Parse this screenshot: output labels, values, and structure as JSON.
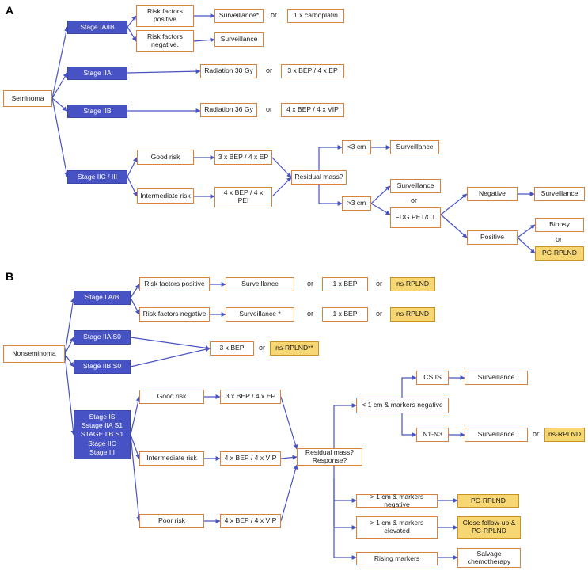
{
  "panels": [
    "A",
    "B"
  ],
  "or_word": "or",
  "colors": {
    "stage_fill": "#4753c4",
    "box_border": "#d9823b",
    "highlight_fill": "#f7d774",
    "arrow": "#4753c4"
  },
  "panel_a": {
    "root": "Seminoma",
    "stage_ia_ib": "Stage IA/IB",
    "stage_iia": "Stage IIA",
    "stage_iib": "Stage IIB",
    "stage_iic_iii": "Stage IIC / III",
    "rf_positive": "Risk factors positive",
    "rf_negative": "Risk factors negative.",
    "surveillance_star": "Surveillance*",
    "carboplatin": "1 x carboplatin",
    "surveillance": "Surveillance",
    "radiation_30": "Radiation 30 Gy",
    "bep_ep": "3 x BEP / 4 x EP",
    "radiation_36": "Radiation 36 Gy",
    "bep_vip": "4 x BEP / 4 x VIP",
    "good_risk": "Good risk",
    "intermediate_risk": "Intermediate risk",
    "good_regimen": "3 x BEP / 4 x EP",
    "intermediate_regimen": "4 x BEP / 4 x PEI",
    "residual_mass": "Residual mass?",
    "lt3cm": "<3 cm",
    "gt3cm": ">3 cm",
    "fdg": "FDG PET/CT",
    "negative": "Negative",
    "positive": "Positive",
    "biopsy": "Biopsy",
    "pc_rplnd": "PC-RPLND"
  },
  "panel_b": {
    "root": "Nonseminoma",
    "stage_i_ab": "Stage I A/B",
    "stage_iia_s0": "Stage IIA S0",
    "stage_iib_s0": "Stage IIB S0",
    "stage_advanced": [
      "Stage IS",
      "Sstage IIA S1",
      "STAGE IIB S1",
      "Stage IIC",
      "Stage III"
    ],
    "rf_positive": "Risk factors positive",
    "rf_negative": "Risk factors negative",
    "surveillance": "Surveillance",
    "surveillance_star": "Surveillance *",
    "one_bep": "1 x BEP",
    "ns_rplnd": "ns-RPLND",
    "three_bep": "3 x BEP",
    "ns_rplnd_2": "ns-RPLND**",
    "good_risk": "Good risk",
    "intermediate_risk": "Intermediate risk",
    "poor_risk": "Poor risk",
    "good_regimen": "3 x BEP / 4 x EP",
    "intermediate_regimen": "4 x BEP / 4 x VIP",
    "poor_regimen": "4 x BEP / 4 x VIP",
    "residual": "Residual mass? Response?",
    "lt1cm": "< 1 cm & markers negative",
    "cs_is": "CS IS",
    "n1n3": "N1-N3",
    "gt1cm_neg": "> 1 cm & markers negative",
    "gt1cm_elev": "> 1 cm & markers elevated",
    "rising": "Rising markers",
    "pc_rplnd": "PC-RPLND",
    "close_followup": "Close follow-up & PC-RPLND",
    "salvage": "Salvage chemotherapy"
  }
}
